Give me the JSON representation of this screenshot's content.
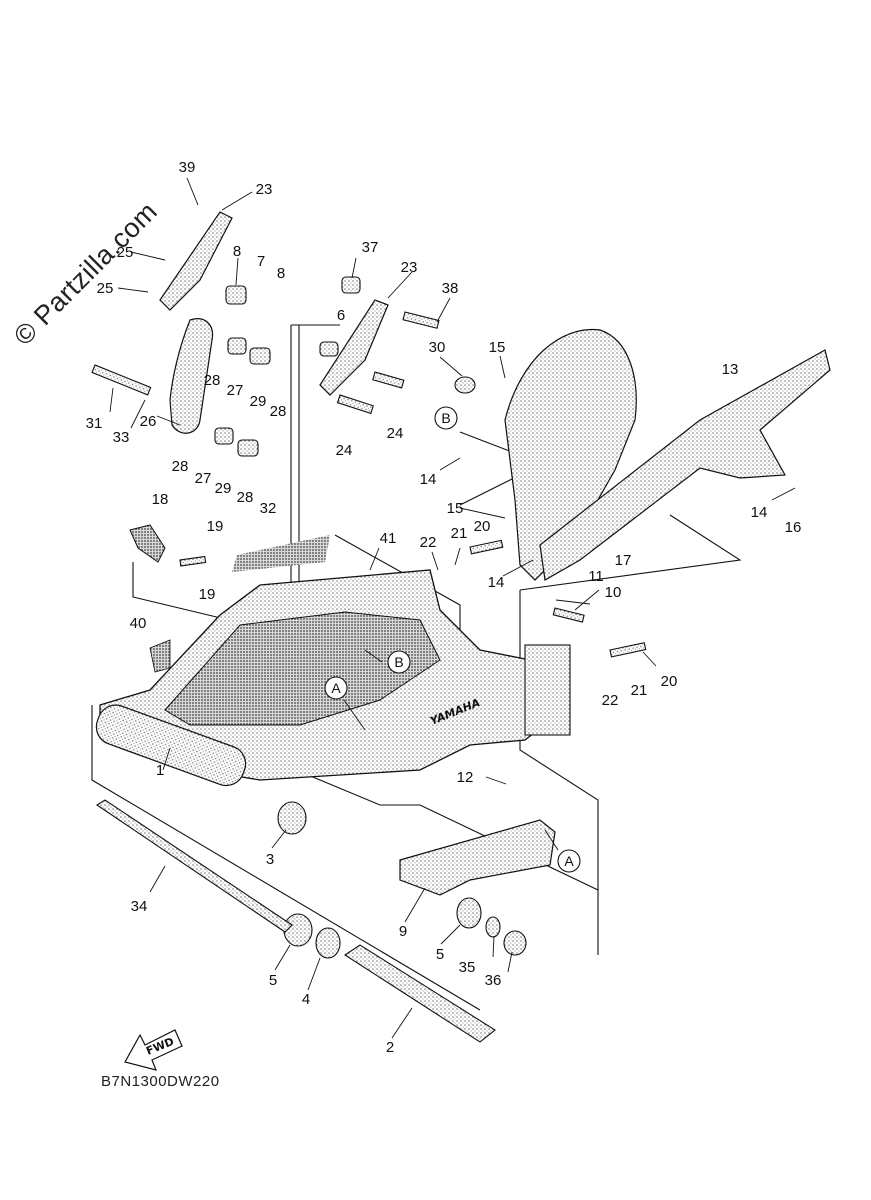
{
  "watermark": "© Partzilla.com",
  "diagram_code": "B7N1300DW220",
  "fwd_label": "FWD",
  "brand_label": "YAMAHA",
  "callouts": [
    {
      "id": "c39",
      "label": "39"
    },
    {
      "id": "c23a",
      "label": "23"
    },
    {
      "id": "c25a",
      "label": "25"
    },
    {
      "id": "c25b",
      "label": "25"
    },
    {
      "id": "c8a",
      "label": "8"
    },
    {
      "id": "c7",
      "label": "7"
    },
    {
      "id": "c8b",
      "label": "8"
    },
    {
      "id": "c37",
      "label": "37"
    },
    {
      "id": "c23b",
      "label": "23"
    },
    {
      "id": "c38",
      "label": "38"
    },
    {
      "id": "c6",
      "label": "6"
    },
    {
      "id": "c30",
      "label": "30"
    },
    {
      "id": "c15a",
      "label": "15"
    },
    {
      "id": "c13",
      "label": "13"
    },
    {
      "id": "c31",
      "label": "31"
    },
    {
      "id": "c33",
      "label": "33"
    },
    {
      "id": "c26",
      "label": "26"
    },
    {
      "id": "c28a",
      "label": "28"
    },
    {
      "id": "c27a",
      "label": "27"
    },
    {
      "id": "c29a",
      "label": "29"
    },
    {
      "id": "c28b",
      "label": "28"
    },
    {
      "id": "c24a",
      "label": "24"
    },
    {
      "id": "c24b",
      "label": "24"
    },
    {
      "id": "c28c",
      "label": "28"
    },
    {
      "id": "c27b",
      "label": "27"
    },
    {
      "id": "c29b",
      "label": "29"
    },
    {
      "id": "c28d",
      "label": "28"
    },
    {
      "id": "c32",
      "label": "32"
    },
    {
      "id": "c14a",
      "label": "14"
    },
    {
      "id": "c15b",
      "label": "15"
    },
    {
      "id": "c14b",
      "label": "14"
    },
    {
      "id": "c16",
      "label": "16"
    },
    {
      "id": "c18",
      "label": "18"
    },
    {
      "id": "c19a",
      "label": "19"
    },
    {
      "id": "c19b",
      "label": "19"
    },
    {
      "id": "c41",
      "label": "41"
    },
    {
      "id": "c22a",
      "label": "22"
    },
    {
      "id": "c21a",
      "label": "21"
    },
    {
      "id": "c20a",
      "label": "20"
    },
    {
      "id": "c17",
      "label": "17"
    },
    {
      "id": "c14c",
      "label": "14"
    },
    {
      "id": "c11",
      "label": "11"
    },
    {
      "id": "c10",
      "label": "10"
    },
    {
      "id": "c40",
      "label": "40"
    },
    {
      "id": "c20b",
      "label": "20"
    },
    {
      "id": "c22b",
      "label": "22"
    },
    {
      "id": "c21b",
      "label": "21"
    },
    {
      "id": "c12",
      "label": "12"
    },
    {
      "id": "c1",
      "label": "1"
    },
    {
      "id": "c3",
      "label": "3"
    },
    {
      "id": "c34",
      "label": "34"
    },
    {
      "id": "c9",
      "label": "9"
    },
    {
      "id": "c5a",
      "label": "5"
    },
    {
      "id": "c35",
      "label": "35"
    },
    {
      "id": "c36",
      "label": "36"
    },
    {
      "id": "c5b",
      "label": "5"
    },
    {
      "id": "c4",
      "label": "4"
    },
    {
      "id": "c2",
      "label": "2"
    }
  ],
  "markers": [
    {
      "id": "mB1",
      "label": "B"
    },
    {
      "id": "mB2",
      "label": "B"
    },
    {
      "id": "mA1",
      "label": "A"
    },
    {
      "id": "mA2",
      "label": "A"
    }
  ]
}
